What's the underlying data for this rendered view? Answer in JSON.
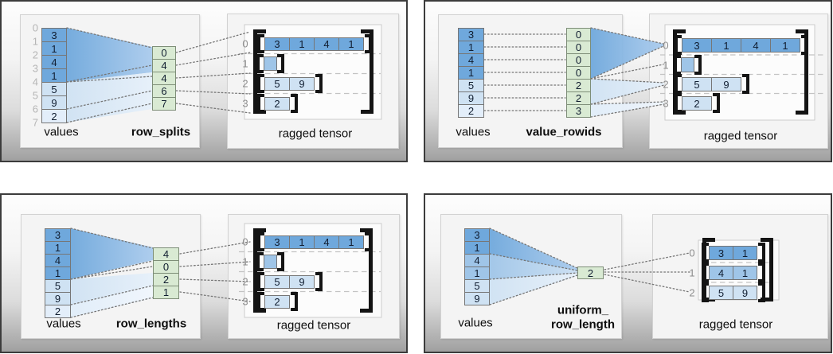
{
  "colors": {
    "dark_blue": "#6fa8dc",
    "mid_blue": "#9fc5e8",
    "light_blue": "#cfe2f3",
    "pale_blue": "#e3eefa",
    "green": "#d9ead3"
  },
  "panels": [
    {
      "key": "row-splits",
      "values_label": "values",
      "tensor_label": "ragged tensor",
      "method_lines": [
        "row_splits"
      ],
      "value_index_labels": [
        "0",
        "1",
        "2",
        "3",
        "4",
        "5",
        "6",
        "7"
      ],
      "values": [
        {
          "v": "3",
          "shade": "dark"
        },
        {
          "v": "1",
          "shade": "dark"
        },
        {
          "v": "4",
          "shade": "dark"
        },
        {
          "v": "1",
          "shade": "dark"
        },
        {
          "v": "5",
          "shade": "light"
        },
        {
          "v": "9",
          "shade": "light"
        },
        {
          "v": "2",
          "shade": "pale"
        }
      ],
      "encoding_cells": [
        "0",
        "4",
        "4",
        "6",
        "7"
      ],
      "tensor_rows": [
        {
          "label": "0",
          "shade": "dark",
          "cells": [
            "3",
            "1",
            "4",
            "1"
          ]
        },
        {
          "label": "1",
          "shade": "mid",
          "cells": []
        },
        {
          "label": "2",
          "shade": "light",
          "cells": [
            "5",
            "9"
          ]
        },
        {
          "label": "3",
          "shade": "light",
          "cells": [
            "2"
          ]
        }
      ]
    },
    {
      "key": "value-rowids",
      "values_label": "values",
      "tensor_label": "ragged tensor",
      "method_lines": [
        "value_rowids"
      ],
      "values": [
        {
          "v": "3",
          "shade": "dark"
        },
        {
          "v": "1",
          "shade": "dark"
        },
        {
          "v": "4",
          "shade": "dark"
        },
        {
          "v": "1",
          "shade": "dark"
        },
        {
          "v": "5",
          "shade": "light"
        },
        {
          "v": "9",
          "shade": "light"
        },
        {
          "v": "2",
          "shade": "pale"
        }
      ],
      "encoding_cells": [
        "0",
        "0",
        "0",
        "0",
        "2",
        "2",
        "3"
      ],
      "tensor_rows": [
        {
          "label": "0",
          "shade": "dark",
          "cells": [
            "3",
            "1",
            "4",
            "1"
          ]
        },
        {
          "label": "1",
          "shade": "mid",
          "cells": []
        },
        {
          "label": "2",
          "shade": "light",
          "cells": [
            "5",
            "9"
          ]
        },
        {
          "label": "3",
          "shade": "light",
          "cells": [
            "2"
          ]
        }
      ]
    },
    {
      "key": "row-lengths",
      "values_label": "values",
      "tensor_label": "ragged tensor",
      "method_lines": [
        "row_lengths"
      ],
      "values": [
        {
          "v": "3",
          "shade": "dark"
        },
        {
          "v": "1",
          "shade": "dark"
        },
        {
          "v": "4",
          "shade": "dark"
        },
        {
          "v": "1",
          "shade": "dark"
        },
        {
          "v": "5",
          "shade": "light"
        },
        {
          "v": "9",
          "shade": "light"
        },
        {
          "v": "2",
          "shade": "pale"
        }
      ],
      "encoding_cells": [
        "4",
        "0",
        "2",
        "1"
      ],
      "tensor_rows": [
        {
          "label": "0",
          "shade": "dark",
          "cells": [
            "3",
            "1",
            "4",
            "1"
          ]
        },
        {
          "label": "1",
          "shade": "mid",
          "cells": []
        },
        {
          "label": "2",
          "shade": "light",
          "cells": [
            "5",
            "9"
          ]
        },
        {
          "label": "3",
          "shade": "light",
          "cells": [
            "2"
          ]
        }
      ]
    },
    {
      "key": "uniform-row-length",
      "values_label": "values",
      "tensor_label": "ragged tensor",
      "method_lines": [
        "uniform_",
        "row_length"
      ],
      "values": [
        {
          "v": "3",
          "shade": "dark"
        },
        {
          "v": "1",
          "shade": "dark"
        },
        {
          "v": "4",
          "shade": "mid"
        },
        {
          "v": "1",
          "shade": "mid"
        },
        {
          "v": "5",
          "shade": "light"
        },
        {
          "v": "9",
          "shade": "light"
        }
      ],
      "encoding_cells": [
        "2"
      ],
      "tensor_rows": [
        {
          "label": "0",
          "shade": "dark",
          "cells": [
            "3",
            "1"
          ]
        },
        {
          "label": "1",
          "shade": "mid",
          "cells": [
            "4",
            "1"
          ]
        },
        {
          "label": "2",
          "shade": "light",
          "cells": [
            "5",
            "9"
          ]
        }
      ]
    }
  ]
}
